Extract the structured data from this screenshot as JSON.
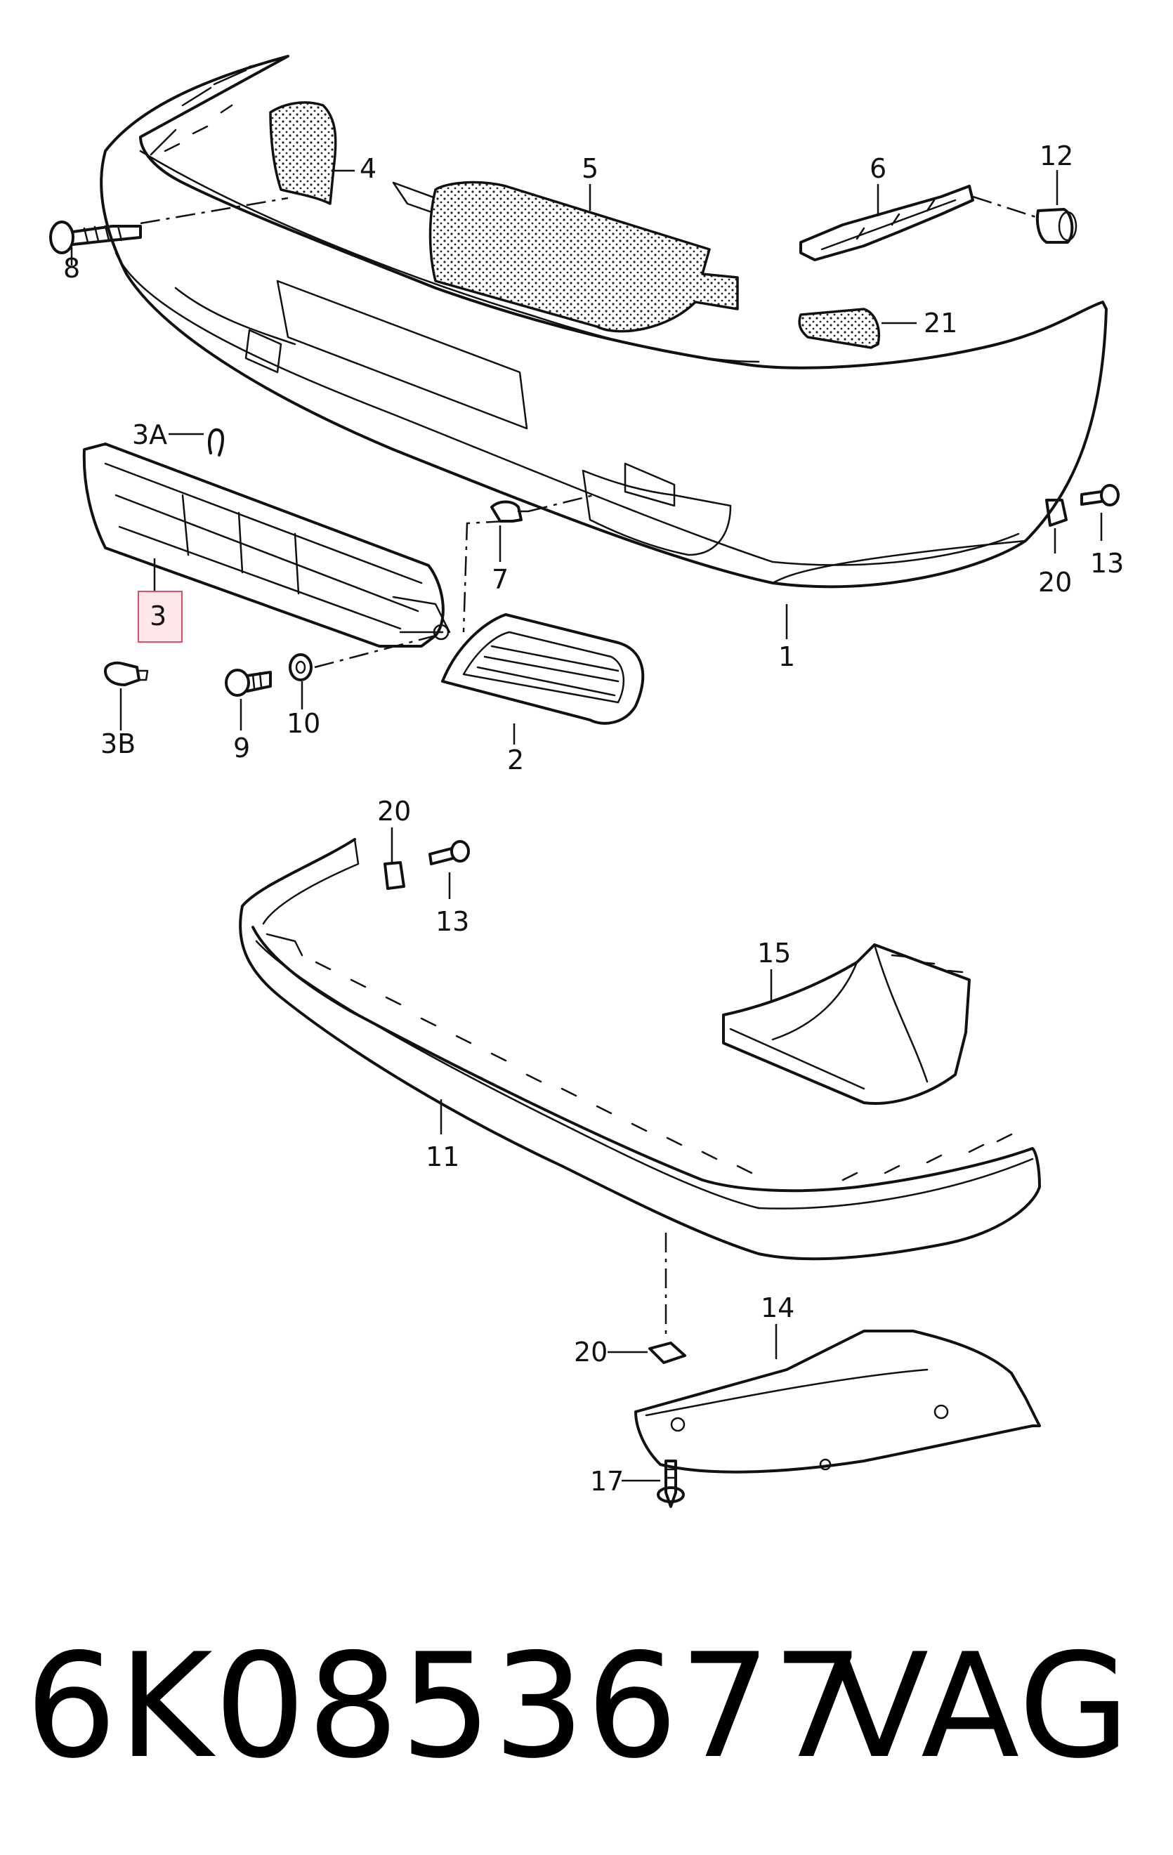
{
  "labels": {
    "l1": "1",
    "l2": "2",
    "l3": "3",
    "l3a": "3A",
    "l3b": "3B",
    "l4": "4",
    "l5": "5",
    "l6": "6",
    "l7": "7",
    "l8": "8",
    "l9": "9",
    "l10": "10",
    "l11": "11",
    "l12": "12",
    "l13a": "13",
    "l13b": "13",
    "l14": "14",
    "l15": "15",
    "l17": "17",
    "l20a": "20",
    "l20b": "20",
    "l20c": "20",
    "l21": "21"
  },
  "highlighted_label": "3",
  "footer": {
    "part_number": "6K0853677",
    "brand": "VAG"
  },
  "colors": {
    "line": "#111111",
    "highlight_fill": "#fde7ea",
    "highlight_stroke": "#e0505e"
  }
}
